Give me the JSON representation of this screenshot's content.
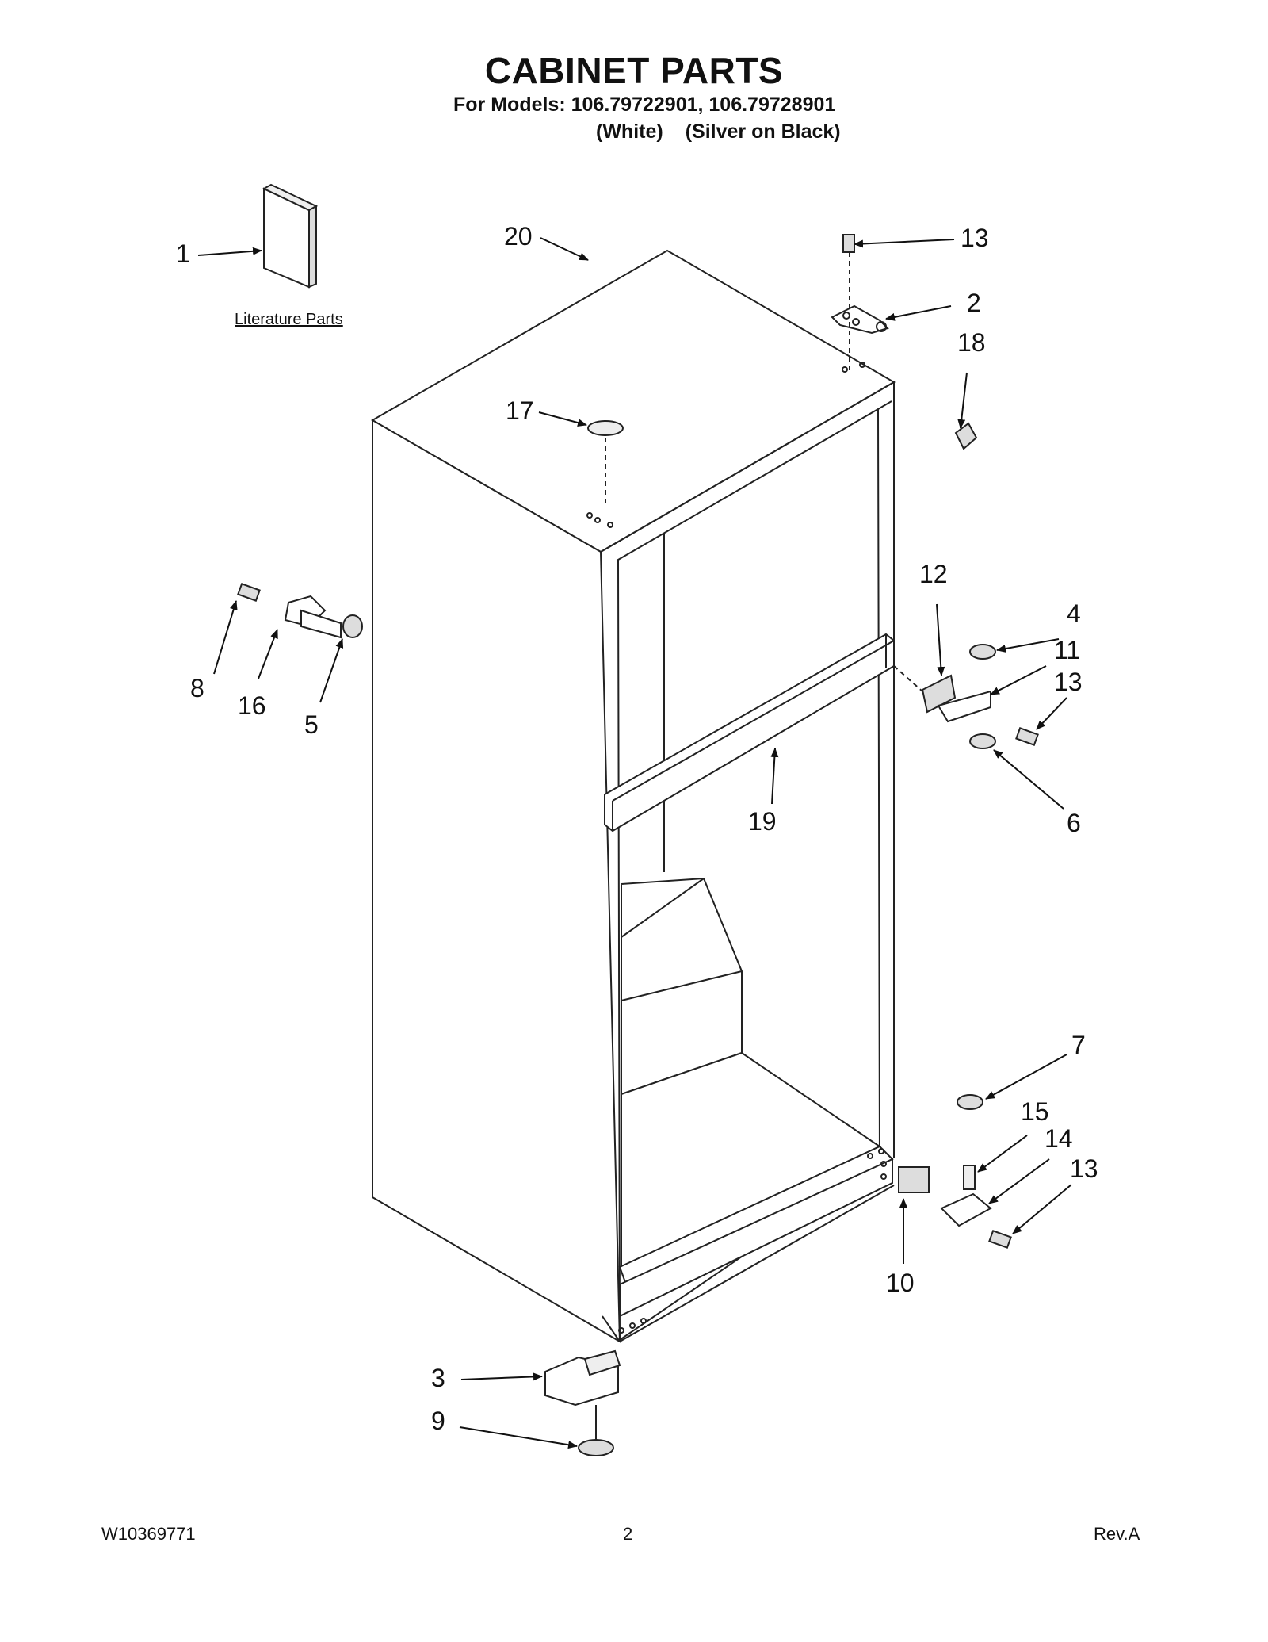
{
  "header": {
    "title": "CABINET PARTS",
    "models_line": "For Models: 106.79722901, 106.79728901",
    "variant_1": "(White)",
    "variant_2": "(Silver on Black)"
  },
  "literature_label": "Literature Parts",
  "callouts": [
    "1",
    "20",
    "13",
    "2",
    "18",
    "17",
    "8",
    "16",
    "5",
    "12",
    "4",
    "11",
    "13",
    "6",
    "19",
    "7",
    "15",
    "14",
    "13",
    "10",
    "3",
    "9"
  ],
  "footer": {
    "doc_number": "W10369771",
    "page": "2",
    "revision": "Rev.A"
  }
}
